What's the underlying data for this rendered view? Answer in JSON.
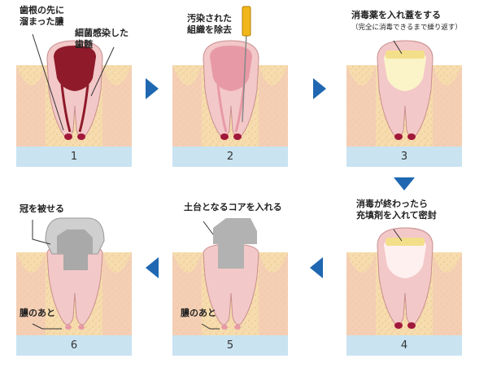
{
  "steps": [
    {
      "number": "1",
      "labels": [
        "歯根の先に\n溜まった膿",
        "細菌感染した\n歯髄"
      ]
    },
    {
      "number": "2",
      "labels": [
        "汚染された\n組織を除去"
      ]
    },
    {
      "number": "3",
      "labels": [
        "消毒薬を入れ蓋をする",
        "（完全に消毒できるまで繰り返す）"
      ]
    },
    {
      "number": "4",
      "labels": [
        "消毒が終わったら\n充填剤を入れて密封"
      ]
    },
    {
      "number": "5",
      "labels": [
        "土台となるコアを入れる",
        "膿のあと"
      ]
    },
    {
      "number": "6",
      "labels": [
        "冠を被せる",
        "膿のあと"
      ]
    }
  ],
  "colors": {
    "arrow": "#1f67b1",
    "numbar": "#c9e3f1",
    "gum": "#f4c7b8",
    "bone": "#f6dcae",
    "infection": "#9b1b2a",
    "core": "#b2b2b2",
    "sealant": "#f3df8a"
  }
}
